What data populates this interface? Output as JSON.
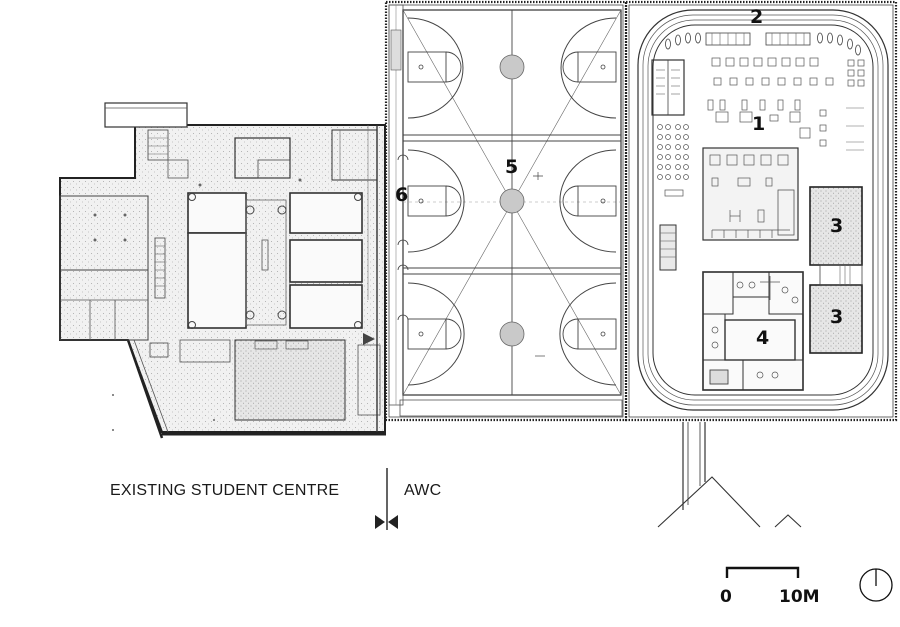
{
  "labels": {
    "l1": "1",
    "l2": "2",
    "l3a": "3",
    "l3b": "3",
    "l4": "4",
    "l5": "5",
    "l6": "6"
  },
  "captions": {
    "left": "EXISTING STUDENT CENTRE",
    "right": "AWC"
  },
  "scale_bar": {
    "start": "0",
    "end": "10M"
  },
  "icons": [
    "north-arrow-icon",
    "match-line-arrows-icon"
  ]
}
